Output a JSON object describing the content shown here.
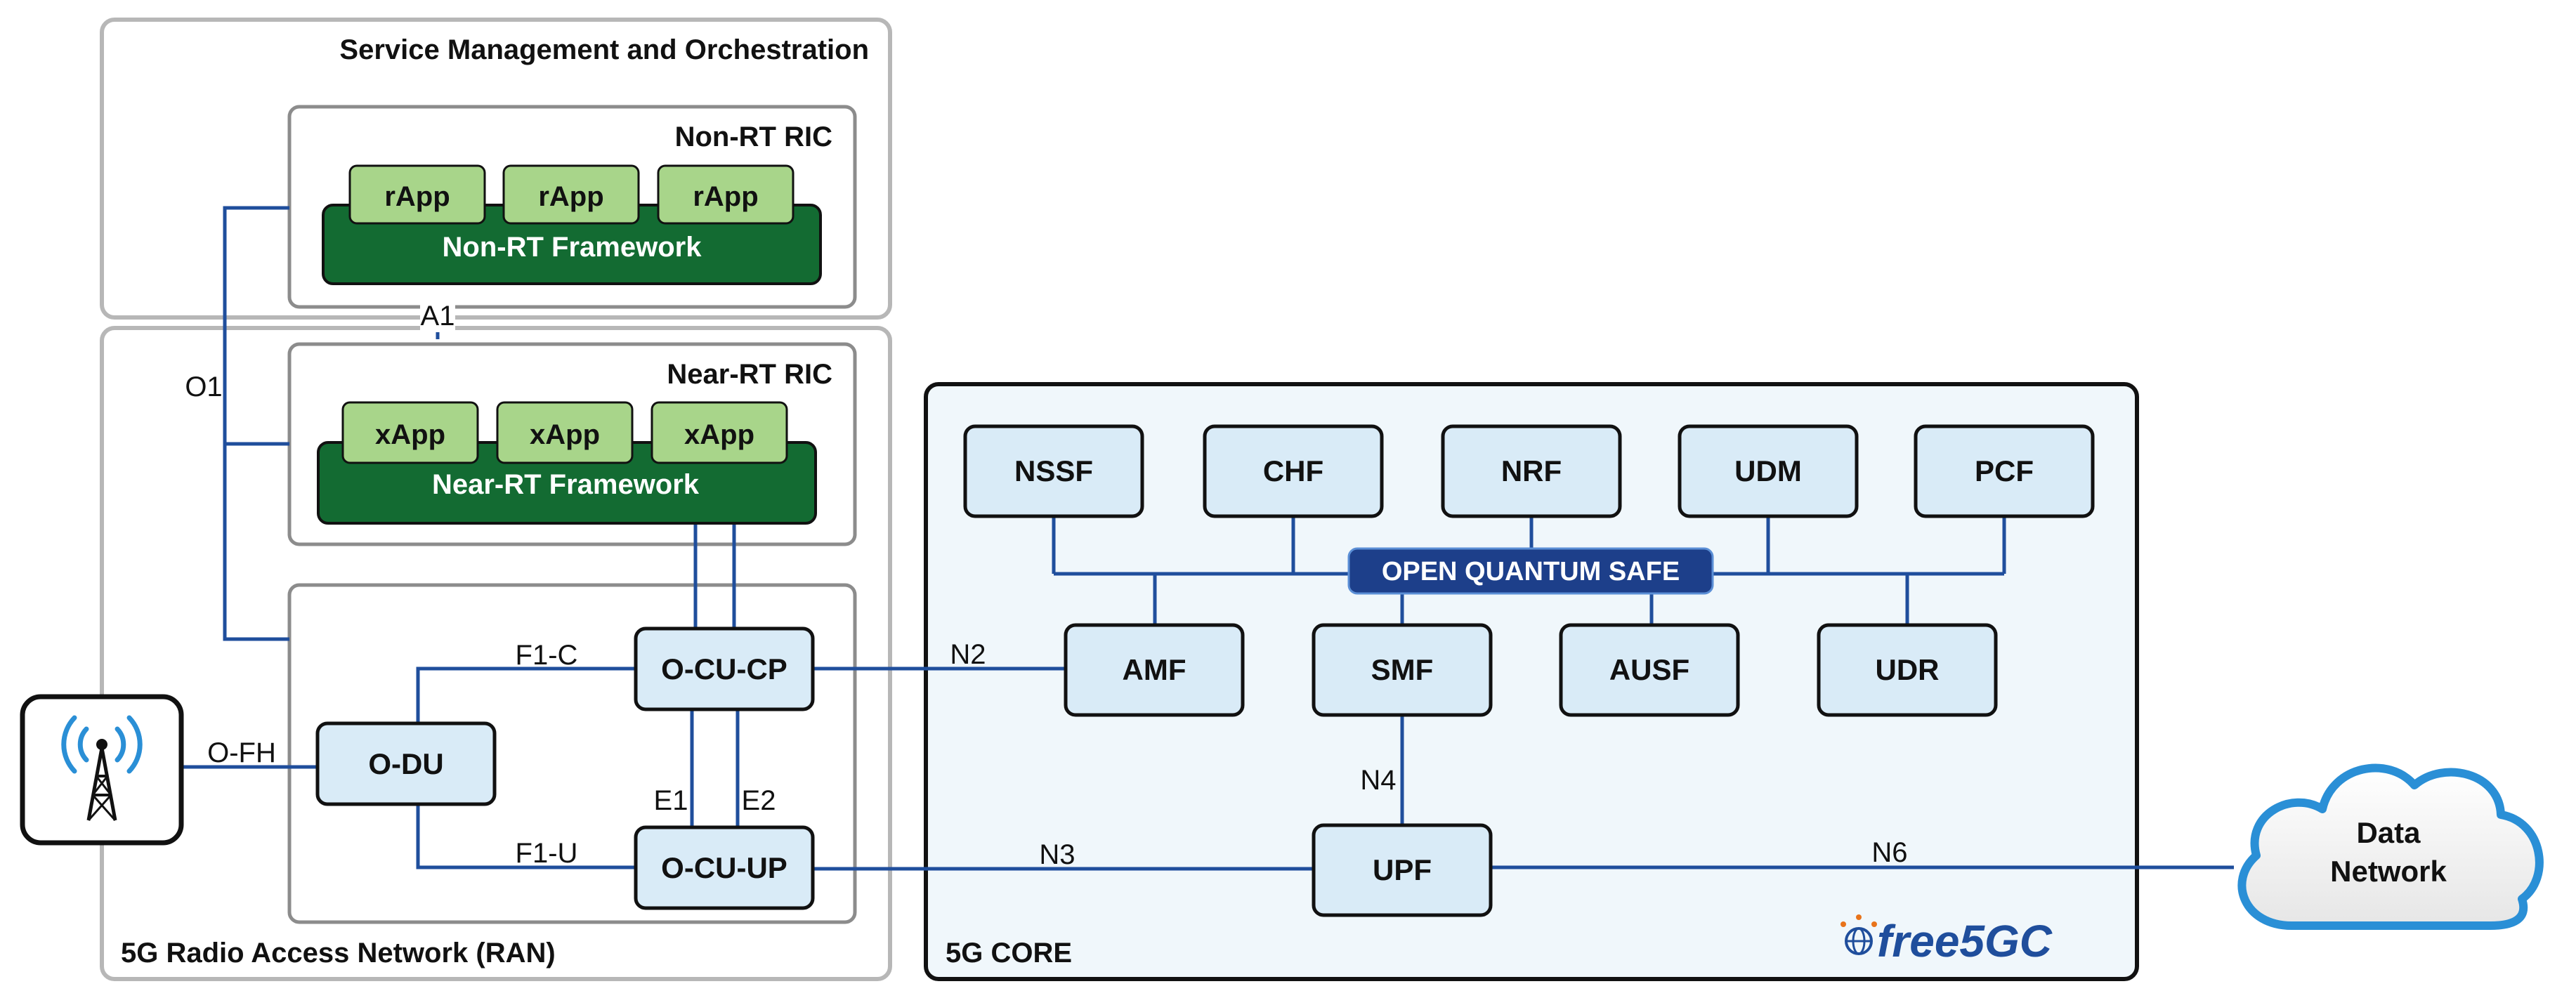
{
  "smo": {
    "title": "Service Management and Orchestration"
  },
  "nonrt": {
    "title": "Non-RT RIC",
    "framework": "Non-RT Framework",
    "apps": [
      "rApp",
      "rApp",
      "rApp"
    ]
  },
  "nearrt": {
    "title": "Near-RT RIC",
    "framework": "Near-RT Framework",
    "apps": [
      "xApp",
      "xApp",
      "xApp"
    ]
  },
  "ran": {
    "title": "5G Radio Access Network (RAN)"
  },
  "core": {
    "title": "5G CORE",
    "oqs": "OPEN QUANTUM SAFE",
    "logo": "free5GC"
  },
  "nodes": {
    "odu": "O-DU",
    "ocucp": "O-CU-CP",
    "ocuup": "O-CU-UP",
    "nssf": "NSSF",
    "chf": "CHF",
    "nrf": "NRF",
    "udm": "UDM",
    "pcf": "PCF",
    "amf": "AMF",
    "smf": "SMF",
    "ausf": "AUSF",
    "udr": "UDR",
    "upf": "UPF"
  },
  "cloud": {
    "line1": "Data",
    "line2": "Network"
  },
  "interfaces": {
    "a1": "A1",
    "o1": "O1",
    "ofh": "O-FH",
    "f1c": "F1-C",
    "f1u": "F1-U",
    "e1": "E1",
    "e2": "E2",
    "n2": "N2",
    "n3": "N3",
    "n4": "N4",
    "n6": "N6"
  },
  "colors": {
    "link": "#1f4e9c",
    "node_fill": "#d9ebf7",
    "app_fill": "#a8d58a",
    "framework_fill": "#136b32",
    "group_border": "#b7b7b7",
    "core_fill": "#f0f7fb",
    "oqs_fill": "#1d3f8a"
  },
  "icons": {
    "antenna": "antenna-tower-icon",
    "cloud": "cloud-icon"
  }
}
